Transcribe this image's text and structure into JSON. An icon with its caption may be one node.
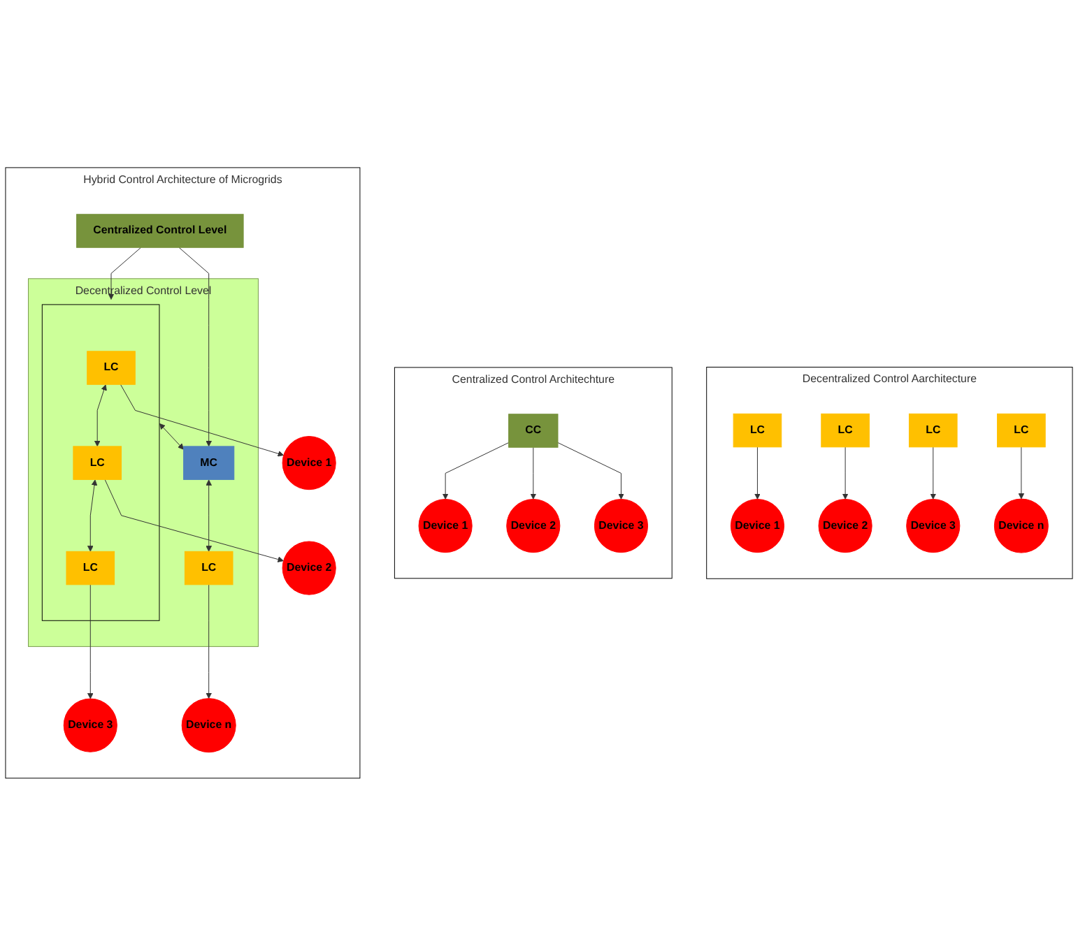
{
  "diagram": {
    "nodes": [
      {
        "text": [
          "Decentralized Control Aarchitecture"
        ]
      },
      {
        "text": [
          "LC"
        ],
        "in": 0
      },
      {
        "text": [
          "LC"
        ],
        "in": 0
      },
      {
        "text": [
          "LC"
        ],
        "in": 0
      },
      {
        "text": [
          "LC"
        ],
        "in": 0
      },
      {
        "text": [
          "Device 1"
        ],
        "in": 0
      },
      {
        "text": [
          "Device 2"
        ],
        "in": 0
      },
      {
        "text": [
          "Device 3"
        ],
        "in": 0
      },
      {
        "text": [
          "Device n"
        ],
        "in": 0
      },
      {
        "text": [
          "Centralized Control Architechture"
        ]
      },
      {
        "text": [
          "CC"
        ],
        "in": 9
      },
      {
        "text": [
          "Device 1"
        ],
        "in": 9
      },
      {
        "text": [
          "Device 2"
        ],
        "in": 9
      },
      {
        "text": [
          "Device 3"
        ],
        "in": 9
      },
      {
        "text": [
          "Hybrid Control Architecture of Microgrids"
        ]
      },
      {
        "text": [
          "Centralized Control Level"
        ],
        "in": 14
      },
      {
        "text": [
          "Decentralized Control Level"
        ],
        "in": 14
      },
      {
        "text": [],
        "shape": "box",
        "in": 16
      },
      {
        "text": [
          "LC"
        ],
        "in": 17
      },
      {
        "text": [
          "LC"
        ],
        "in": 17
      },
      {
        "text": [
          "LC"
        ],
        "in": 17
      },
      {
        "text": [
          "MC"
        ],
        "in": 16
      },
      {
        "text": [
          "LC"
        ],
        "in": 16
      },
      {
        "text": [
          "Device 1"
        ],
        "in": 14
      },
      {
        "text": [
          "Device 2"
        ],
        "in": 14
      },
      {
        "text": [
          "Device 3"
        ],
        "in": 14
      },
      {
        "text": [
          "Device n"
        ],
        "in": 14
      }
    ],
    "edges": [
      {
        "from": 1,
        "to": 5,
        "arrow": "to"
      },
      {
        "from": 2,
        "to": 6,
        "arrow": "to"
      },
      {
        "from": 3,
        "to": 7,
        "arrow": "to"
      },
      {
        "from": 4,
        "to": 8,
        "arrow": "to"
      },
      {
        "from": 10,
        "to": 11,
        "arrow": "to"
      },
      {
        "from": 10,
        "to": 12,
        "arrow": "to"
      },
      {
        "from": 10,
        "to": 13,
        "arrow": "to"
      },
      {
        "from": 15,
        "to": 17,
        "arrow": "to"
      },
      {
        "from": 15,
        "to": 21,
        "arrow": "to"
      },
      {
        "from": 18,
        "to": 19,
        "arrow": "both"
      },
      {
        "from": 19,
        "to": 20,
        "arrow": "both"
      },
      {
        "from": 17,
        "to": 21,
        "arrow": "both"
      },
      {
        "from": 21,
        "to": 22,
        "arrow": "both"
      },
      {
        "from": 18,
        "to": 23,
        "arrow": "to"
      },
      {
        "from": 19,
        "to": 24,
        "arrow": "to"
      },
      {
        "from": 20,
        "to": 25,
        "arrow": "to"
      },
      {
        "from": 22,
        "to": 26,
        "arrow": "to"
      }
    ]
  }
}
